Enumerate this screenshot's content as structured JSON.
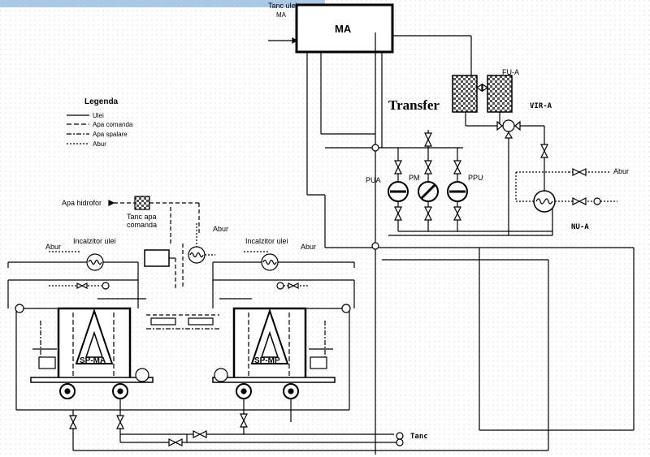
{
  "ma_tank_label_line1": "Tanc ulei",
  "ma_tank_label_line2": "MA",
  "ma_box_label": "MA",
  "fu_a_label": "FU-A",
  "transfer_label": "Transfer",
  "vir_a_label": "VIR-A",
  "pua_label": "PUA",
  "pm_label": "PM",
  "ppu_label": "PPU",
  "abur_right_label": "Abur",
  "nu_a_label": "NU-A",
  "legend": {
    "title": "Legenda",
    "items": [
      "Ulei",
      "Apa comanda",
      "Apa spalare",
      "Abur"
    ]
  },
  "apa_hidrofor_label": "Apa hidrofor",
  "tanc_apa_label_line1": "Tanc apa",
  "tanc_apa_label_line2": "comanda",
  "abur_center_label": "Abur",
  "abur_left_label": "Abur",
  "incalzitor_left_label": "Incalzitor ulei",
  "incalzitor_right_label": "Incalzitor ulei",
  "abur_mid_label": "Abur",
  "sp_ma_label": "SP-MA",
  "sp_mp_label": "SP-MP",
  "tanc_bottom_label": "Tanc",
  "colors": {
    "line": "#000000",
    "header": "#a9c8e8"
  }
}
